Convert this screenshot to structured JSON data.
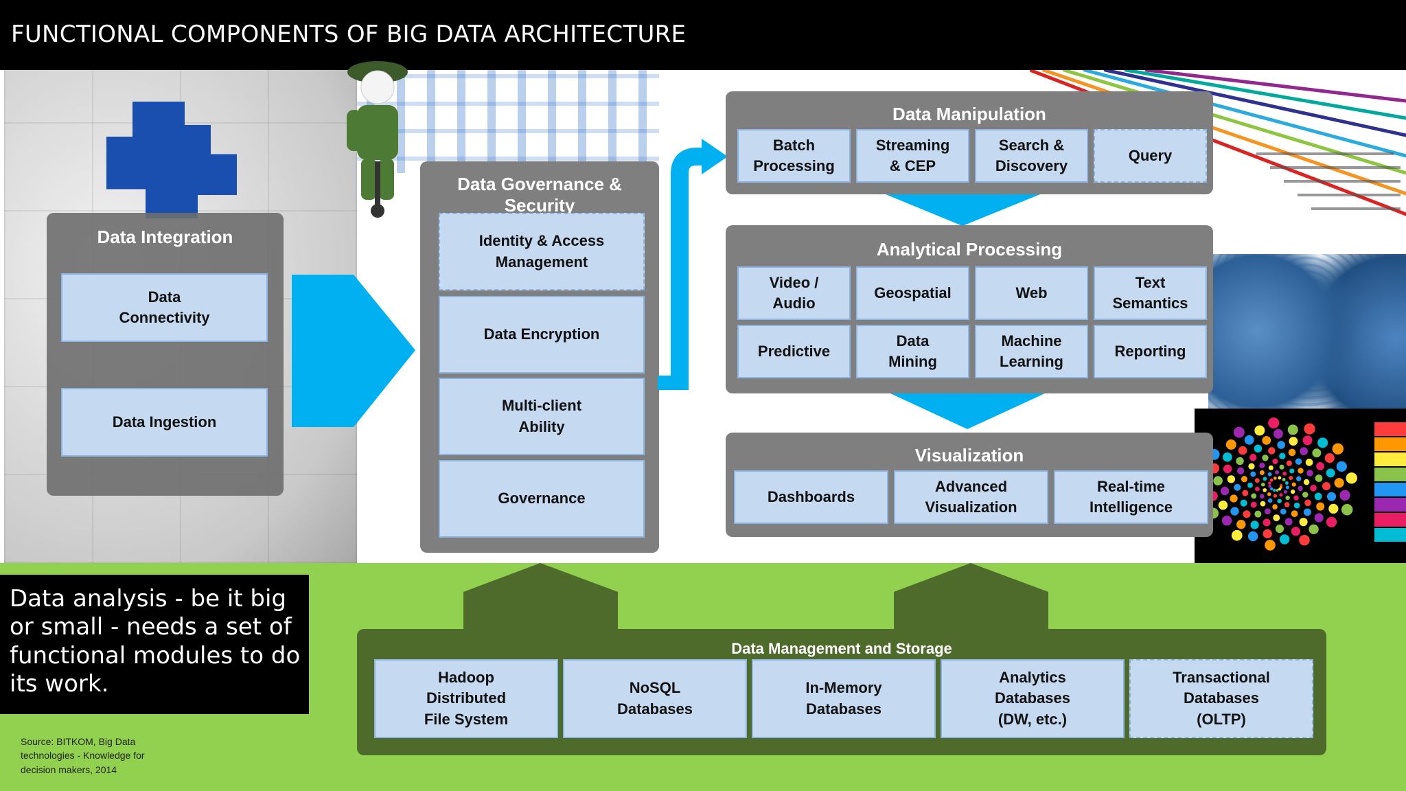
{
  "header": {
    "title": "FUNCTIONAL COMPONENTS OF BIG DATA ARCHITECTURE"
  },
  "colors": {
    "header_bg": "#000000",
    "panel_gray": "#7f7f7f",
    "box_fill": "#c5d9f1",
    "box_border": "#8eb4e3",
    "arrow_blue": "#00b0f0",
    "band_green": "#92d050",
    "storage_green": "#4e6b2c"
  },
  "integration": {
    "title": "Data Integration",
    "items": [
      "Data\nConnectivity",
      "Data Ingestion"
    ]
  },
  "governance": {
    "title": "Data Governance & Security",
    "items": [
      "Identity & Access\nManagement",
      "Data Encryption",
      "Multi-client\nAbility",
      "Governance"
    ]
  },
  "manipulation": {
    "title": "Data Manipulation",
    "items": [
      "Batch\nProcessing",
      "Streaming\n& CEP",
      "Search &\nDiscovery",
      "Query"
    ]
  },
  "analytical": {
    "title": "Analytical Processing",
    "items": [
      "Video /\nAudio",
      "Geospatial",
      "Web",
      "Text\nSemantics",
      "Predictive",
      "Data\nMining",
      "Machine\nLearning",
      "Reporting"
    ]
  },
  "visualization": {
    "title": "Visualization",
    "items": [
      "Dashboards",
      "Advanced\nVisualization",
      "Real-time\nIntelligence"
    ]
  },
  "storage": {
    "title": "Data Management and Storage",
    "items": [
      "Hadoop\nDistributed\nFile System",
      "NoSQL\nDatabases",
      "In-Memory\nDatabases",
      "Analytics\nDatabases\n(DW, etc.)",
      "Transactional\nDatabases\n(OLTP)"
    ]
  },
  "callout": {
    "text": "Data analysis - be it big or small - needs a set of functional modules to do its work."
  },
  "source": {
    "text": "Source: BITKOM, Big Data technologies - Knowledge for decision makers, 2014"
  }
}
